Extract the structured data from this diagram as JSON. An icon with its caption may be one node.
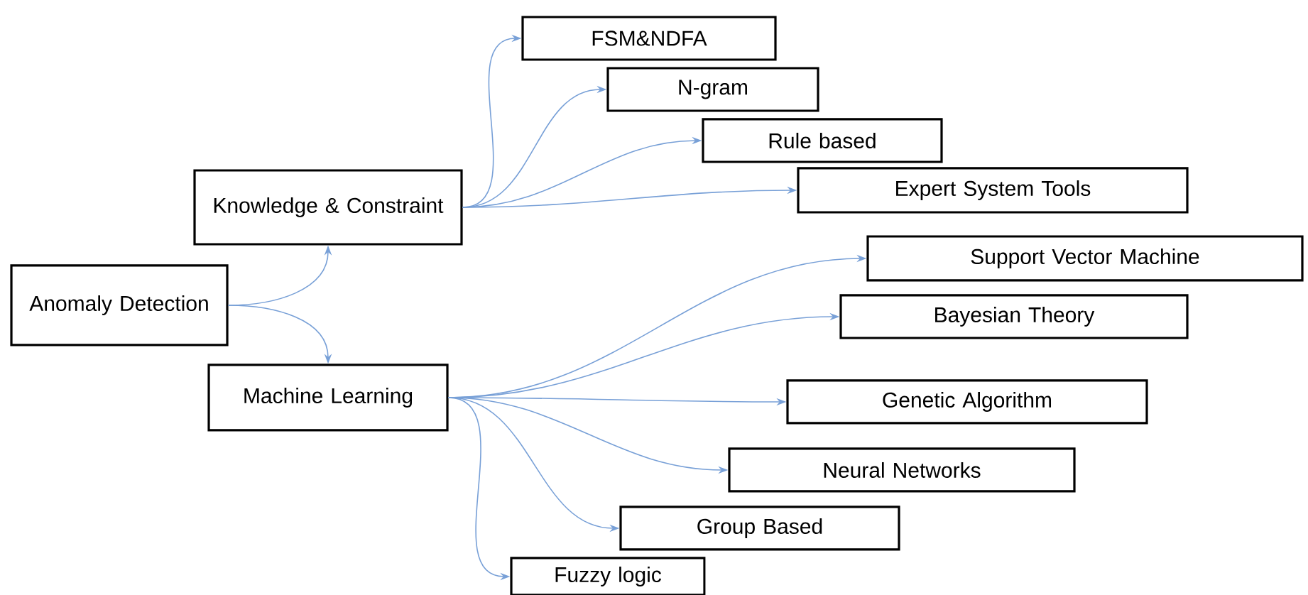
{
  "diagram": {
    "nodes": [
      {
        "text": [
          "Anomaly Detection"
        ]
      },
      {
        "text": [
          "Knowledge & Constraint"
        ]
      },
      {
        "text": [
          "Machine Learning"
        ]
      },
      {
        "text": [
          "FSM&NDFA"
        ]
      },
      {
        "text": [
          "N-gram"
        ]
      },
      {
        "text": [
          "Rule based"
        ]
      },
      {
        "text": [
          "Expert System Tools"
        ]
      },
      {
        "text": [
          "Support Vector Machine"
        ]
      },
      {
        "text": [
          "Bayesian Theory"
        ]
      },
      {
        "text": [
          "Genetic Algorithm"
        ]
      },
      {
        "text": [
          "Neural Networks"
        ]
      },
      {
        "text": [
          "Group Based"
        ]
      },
      {
        "text": [
          "Fuzzy logic"
        ]
      }
    ],
    "edges": [
      {
        "from": 0,
        "to": 1,
        "arrow": "to"
      },
      {
        "from": 0,
        "to": 2,
        "arrow": "to"
      },
      {
        "from": 1,
        "to": 3,
        "arrow": "to"
      },
      {
        "from": 1,
        "to": 4,
        "arrow": "to"
      },
      {
        "from": 1,
        "to": 5,
        "arrow": "to"
      },
      {
        "from": 1,
        "to": 6,
        "arrow": "to"
      },
      {
        "from": 2,
        "to": 7,
        "arrow": "to"
      },
      {
        "from": 2,
        "to": 8,
        "arrow": "to"
      },
      {
        "from": 2,
        "to": 9,
        "arrow": "to"
      },
      {
        "from": 2,
        "to": 10,
        "arrow": "to"
      },
      {
        "from": 2,
        "to": 11,
        "arrow": "to"
      },
      {
        "from": 2,
        "to": 12,
        "arrow": "to"
      }
    ]
  }
}
